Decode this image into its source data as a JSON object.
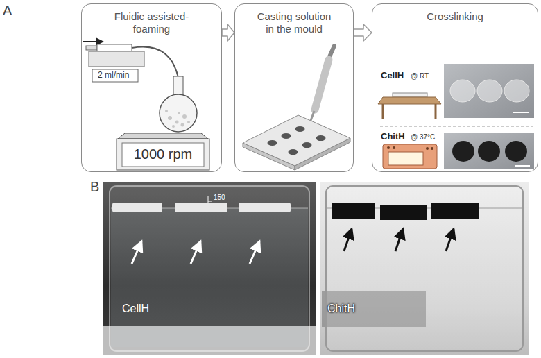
{
  "diagram": {
    "nodes": [
      {
        "text": [
          "Fluidic assisted-foaming"
        ]
      },
      {
        "text": [
          "Casting solution in the mould"
        ]
      },
      {
        "text": [
          "Crosslinking"
        ]
      }
    ],
    "edges": [
      {
        "from": 0,
        "to": 1,
        "arrow": "to"
      },
      {
        "from": 1,
        "to": 2,
        "arrow": "to"
      }
    ],
    "labels": [
      "A",
      "2 ml/min",
      "1000 rpm",
      "CellH",
      "@ RT",
      "ChitH",
      "@ 37°C",
      "B",
      "150",
      "CellH",
      "ChitH"
    ]
  }
}
